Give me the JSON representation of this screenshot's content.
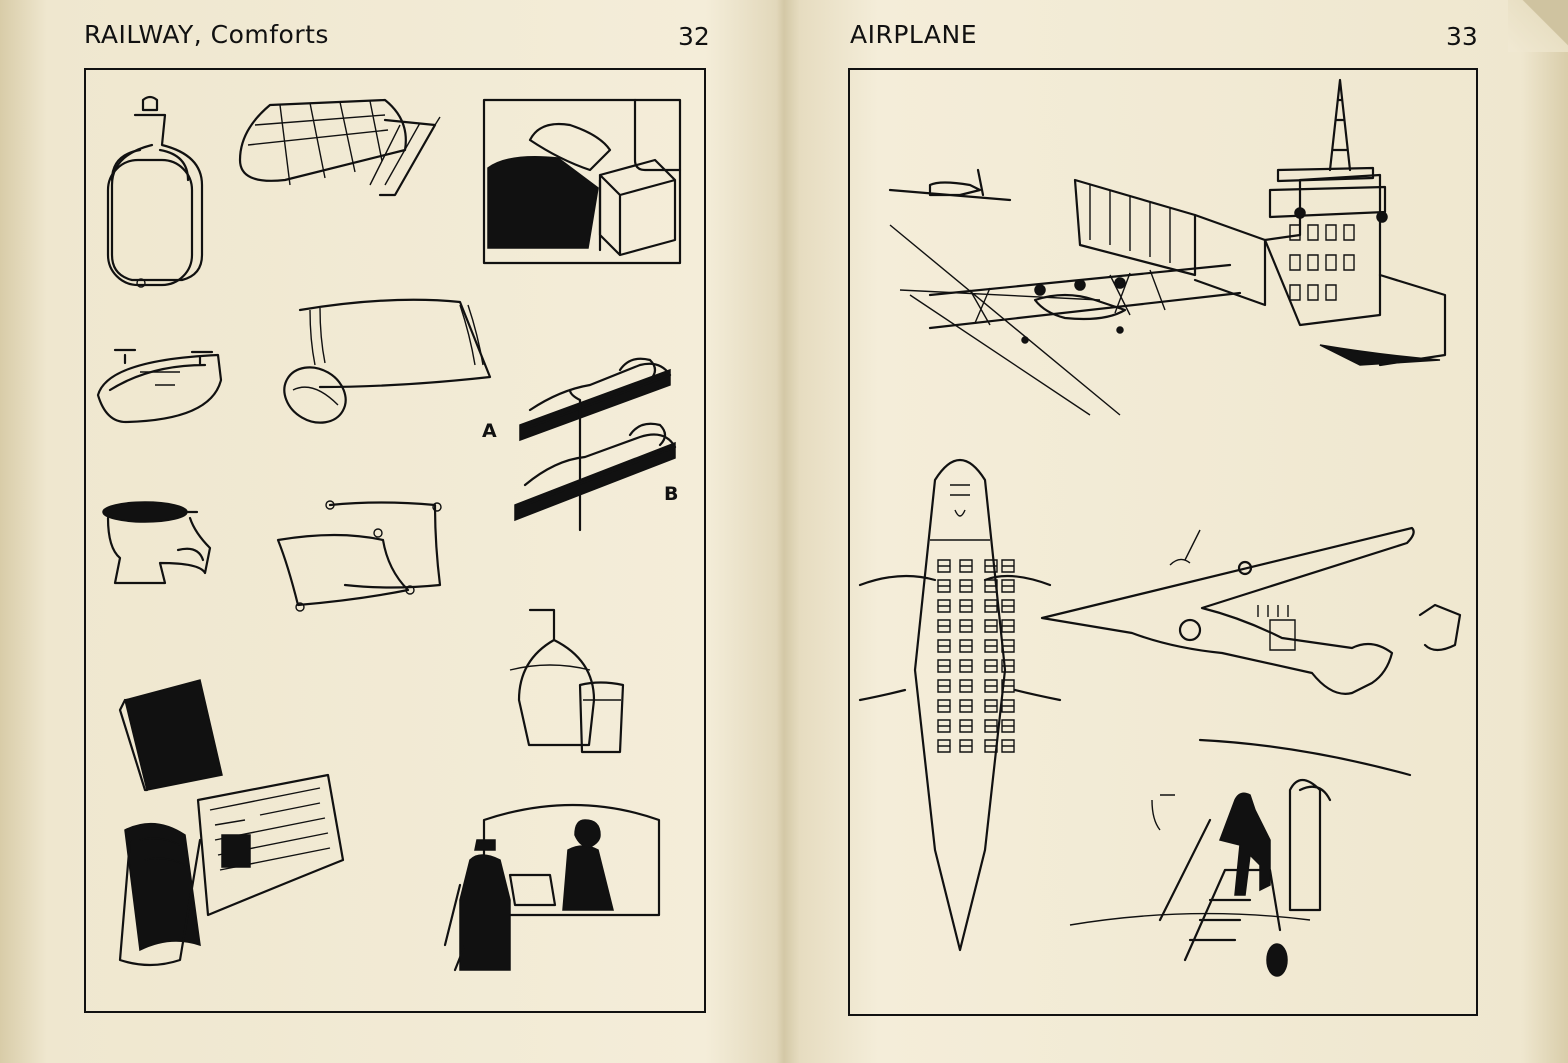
{
  "left_page": {
    "running_head": "RAILWAY, Comforts",
    "page_number": "32",
    "bunk_labels": {
      "upper": "A",
      "lower": "B"
    },
    "illustrations": [
      "hot-water-bottle",
      "folded-blanket",
      "sleeping-berth",
      "washbasin",
      "towel-and-soap",
      "bunk-beds",
      "chamber-pot",
      "pillows",
      "carafe-and-glass",
      "book",
      "magazines-and-newspaper",
      "ticket-window"
    ]
  },
  "right_page": {
    "running_head": "AIRPLANE",
    "page_number": "33",
    "illustrations": [
      "airport-terminal-with-biplane",
      "airplane-seating-plan",
      "monoplane",
      "passenger-boarding-stairs"
    ]
  },
  "colors": {
    "paper": "#f4edd9",
    "ink": "#111111",
    "gutter": "#d3c8a6"
  }
}
